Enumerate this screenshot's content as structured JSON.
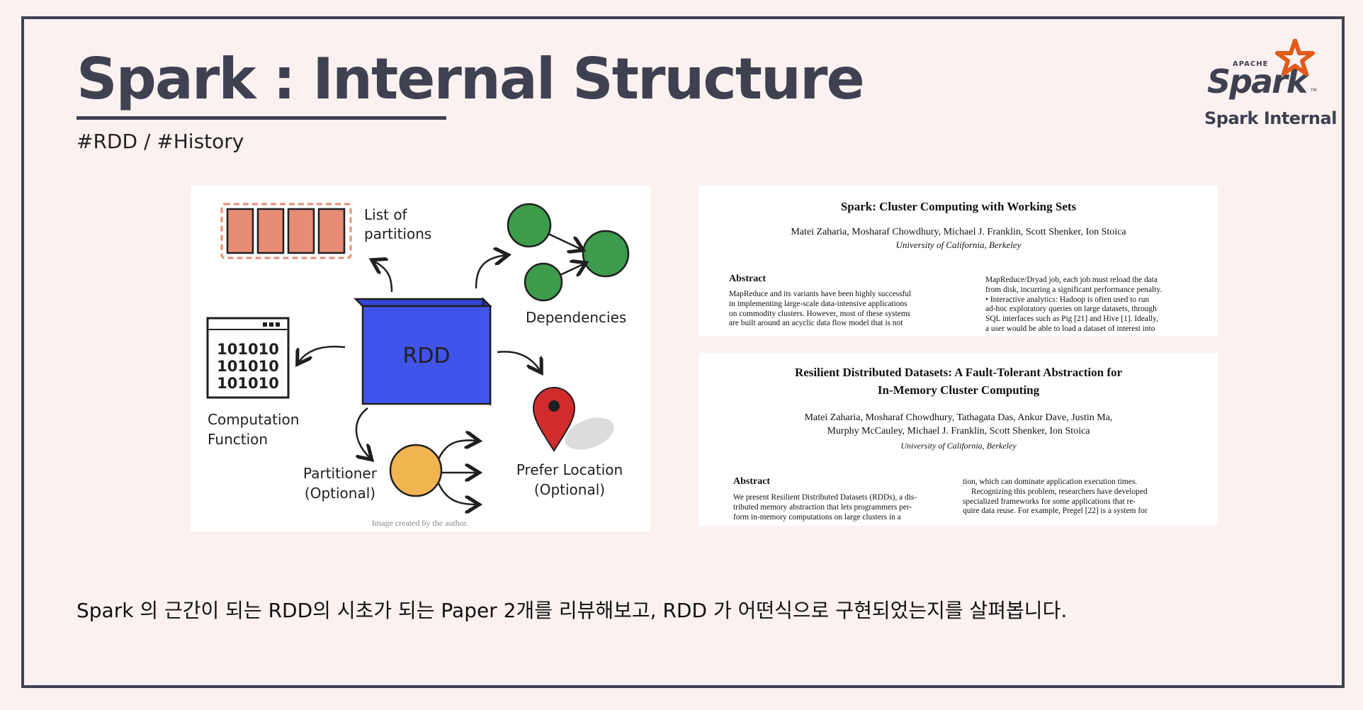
{
  "slide": {
    "title": "Spark : Internal Structure",
    "subtitle": "#RDD / #History",
    "caption": "Spark 의 근간이 되는 RDD의 시초가 되는 Paper 2개를 리뷰해보고, RDD 가 어떤식으로 구현되었는지를 살펴봅니다."
  },
  "logo": {
    "apache_text": "APACHE",
    "spark_text": "Spark",
    "tm": "TM",
    "caption": "Spark Internal",
    "colors": {
      "text": "#3f4150",
      "star": "#e25a1c"
    }
  },
  "diagram": {
    "rdd_label": "RDD",
    "partitions_label_1": "List of",
    "partitions_label_2": "partitions",
    "dependencies_label": "Dependencies",
    "computation_label_1": "Computation",
    "computation_label_2": "Function",
    "binary_line_1": "101010",
    "binary_line_2": "101010",
    "binary_line_3": "101010",
    "partitioner_label_1": "Partitioner",
    "partitioner_label_2": "(Optional)",
    "location_label_1": "Prefer Location",
    "location_label_2": "(Optional)",
    "credit": "Image created by the author.",
    "colors": {
      "rdd_box": "#4154ea",
      "partition": "#e88c76",
      "dependency_node": "#3d9b4c",
      "partitioner": "#f2b451",
      "pin": "#d22b2b"
    }
  },
  "paper1": {
    "title": "Spark: Cluster Computing with Working Sets",
    "authors": "Matei Zaharia, Mosharaf Chowdhury, Michael J. Franklin, Scott Shenker, Ion Stoica",
    "affiliation": "University of California, Berkeley",
    "abstract_heading": "Abstract",
    "left_col": [
      "MapReduce and its variants have been highly successful",
      "in implementing large-scale data-intensive applications",
      "on commodity clusters. However, most of these systems",
      "are built around an acyclic data flow model that is not"
    ],
    "right_col": [
      "MapReduce/Dryad job, each job must reload the data",
      "from disk, incurring a significant performance penalty.",
      "• Interactive analytics: Hadoop is often used to run",
      "ad-hoc exploratory queries on large datasets, through",
      "SQL interfaces such as Pig [21] and Hive [1]. Ideally,",
      "a user would be able to load a dataset of interest into"
    ]
  },
  "paper2": {
    "title_1": "Resilient Distributed Datasets: A Fault-Tolerant Abstraction for",
    "title_2": "In-Memory Cluster Computing",
    "authors_1": "Matei Zaharia, Mosharaf Chowdhury, Tathagata Das, Ankur Dave, Justin Ma,",
    "authors_2": "Murphy McCauley, Michael J. Franklin, Scott Shenker, Ion Stoica",
    "affiliation": "University of California, Berkeley",
    "abstract_heading": "Abstract",
    "left_col": [
      "We present Resilient Distributed Datasets (RDDs), a dis-",
      "tributed memory abstraction that lets programmers per-",
      "form in-memory computations on large clusters in a"
    ],
    "right_col": [
      "tion, which can dominate application execution times.",
      "Recognizing this problem, researchers have developed",
      "specialized frameworks for some applications that re-",
      "quire data reuse. For example, Pregel [22] is a system for"
    ]
  },
  "colors": {
    "background": "#fbf1f1",
    "frame": "#3f4150",
    "title": "#3f4150"
  }
}
